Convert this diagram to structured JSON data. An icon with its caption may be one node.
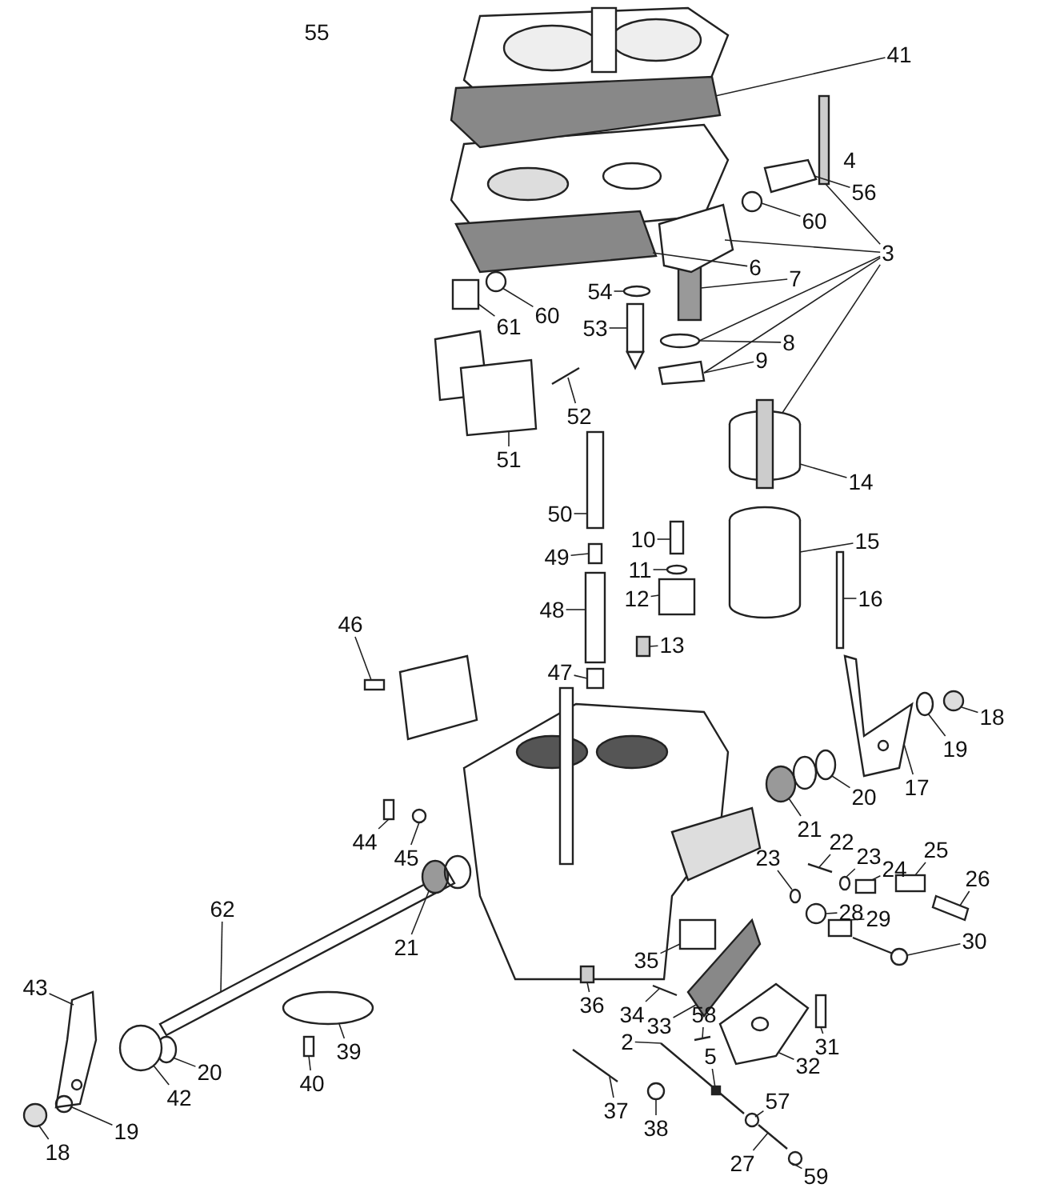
{
  "diagram": {
    "nodes": [
      {
        "text": [
          "41"
        ]
      },
      {
        "text": [
          "56"
        ]
      },
      {
        "text": [
          "60"
        ]
      },
      {
        "text": [
          "3"
        ]
      },
      {
        "text": [
          "6"
        ]
      },
      {
        "text": [
          "7"
        ]
      },
      {
        "text": [
          "54"
        ]
      },
      {
        "text": [
          "60"
        ]
      },
      {
        "text": [
          "61"
        ]
      },
      {
        "text": [
          "8"
        ]
      },
      {
        "text": [
          "53"
        ]
      },
      {
        "text": [
          "9"
        ]
      },
      {
        "text": [
          "52"
        ]
      },
      {
        "text": [
          "51"
        ]
      },
      {
        "text": [
          "14"
        ]
      },
      {
        "text": [
          "50"
        ]
      },
      {
        "text": [
          "10"
        ]
      },
      {
        "text": [
          "15"
        ]
      },
      {
        "text": [
          "49"
        ]
      },
      {
        "text": [
          "11"
        ]
      },
      {
        "text": [
          "12"
        ]
      },
      {
        "text": [
          "16"
        ]
      },
      {
        "text": [
          "48"
        ]
      },
      {
        "text": [
          "46"
        ]
      },
      {
        "text": [
          "13"
        ]
      },
      {
        "text": [
          "47"
        ]
      },
      {
        "text": [
          "18"
        ]
      },
      {
        "text": [
          "19"
        ]
      },
      {
        "text": [
          "17"
        ]
      },
      {
        "text": [
          "20"
        ]
      },
      {
        "text": [
          "21"
        ]
      },
      {
        "text": [
          "44"
        ]
      },
      {
        "text": [
          "22"
        ]
      },
      {
        "text": [
          "25"
        ]
      },
      {
        "text": [
          "45"
        ]
      },
      {
        "text": [
          "23"
        ]
      },
      {
        "text": [
          "23"
        ]
      },
      {
        "text": [
          "24"
        ]
      },
      {
        "text": [
          "26"
        ]
      },
      {
        "text": [
          "62"
        ]
      },
      {
        "text": [
          "28"
        ]
      },
      {
        "text": [
          "29"
        ]
      },
      {
        "text": [
          "30"
        ]
      },
      {
        "text": [
          "21"
        ]
      },
      {
        "text": [
          "35"
        ]
      },
      {
        "text": [
          "43"
        ]
      },
      {
        "text": [
          "36"
        ]
      },
      {
        "text": [
          "34"
        ]
      },
      {
        "text": [
          "33"
        ]
      },
      {
        "text": [
          "58"
        ]
      },
      {
        "text": [
          "2"
        ]
      },
      {
        "text": [
          "31"
        ]
      },
      {
        "text": [
          "39"
        ]
      },
      {
        "text": [
          "5"
        ]
      },
      {
        "text": [
          "32"
        ]
      },
      {
        "text": [
          "20"
        ]
      },
      {
        "text": [
          "40"
        ]
      },
      {
        "text": [
          "42"
        ]
      },
      {
        "text": [
          "57"
        ]
      },
      {
        "text": [
          "37"
        ]
      },
      {
        "text": [
          "38"
        ]
      },
      {
        "text": [
          "19"
        ]
      },
      {
        "text": [
          "18"
        ]
      },
      {
        "text": [
          "27"
        ]
      },
      {
        "text": [
          "59"
        ]
      },
      {
        "text": [],
        "shape": "box"
      },
      {
        "text": [],
        "shape": "box"
      },
      {
        "text": [],
        "shape": "circle"
      },
      {
        "text": [],
        "shape": "bar"
      },
      {
        "text": [],
        "shape": "box"
      },
      {
        "text": [],
        "shape": "box"
      },
      {
        "text": [],
        "shape": "circle"
      },
      {
        "text": [],
        "shape": "circle"
      },
      {
        "text": [],
        "shape": "box"
      },
      {
        "text": [],
        "shape": "circle"
      },
      {
        "text": [],
        "shape": "box"
      },
      {
        "text": [],
        "shape": "box"
      },
      {
        "text": [],
        "shape": "bar"
      },
      {
        "text": [],
        "shape": "box"
      },
      {
        "text": [],
        "shape": "cylinder"
      },
      {
        "text": [],
        "shape": "box"
      },
      {
        "text": [],
        "shape": "box"
      },
      {
        "text": [],
        "shape": "cylinder"
      },
      {
        "text": [],
        "shape": "box"
      },
      {
        "text": [],
        "shape": "circle"
      },
      {
        "text": [],
        "shape": "box"
      },
      {
        "text": [],
        "shape": "bar"
      },
      {
        "text": [],
        "shape": "box"
      },
      {
        "text": [],
        "shape": "box"
      },
      {
        "text": [],
        "shape": "box"
      },
      {
        "text": [],
        "shape": "box"
      },
      {
        "text": [],
        "shape": "circle"
      },
      {
        "text": [],
        "shape": "circle"
      },
      {
        "text": [],
        "shape": "picture"
      },
      {
        "text": [],
        "shape": "circle"
      },
      {
        "text": [],
        "shape": "circle"
      },
      {
        "text": [],
        "shape": "box"
      },
      {
        "text": [],
        "shape": "bar"
      },
      {
        "text": [],
        "shape": "box"
      },
      {
        "text": [],
        "shape": "circle"
      },
      {
        "text": [],
        "shape": "circle"
      },
      {
        "text": [],
        "shape": "circle"
      },
      {
        "text": [],
        "shape": "box"
      },
      {
        "text": [],
        "shape": "box"
      },
      {
        "text": [],
        "shape": "bar"
      },
      {
        "text": [],
        "shape": "circle"
      },
      {
        "text": [],
        "shape": "box"
      },
      {
        "text": [],
        "shape": "picture"
      },
      {
        "text": [],
        "shape": "circle"
      },
      {
        "text": [],
        "shape": "box"
      },
      {
        "text": [],
        "shape": "picture"
      },
      {
        "text": [],
        "shape": "box"
      },
      {
        "text": [],
        "shape": "bar"
      },
      {
        "text": [],
        "shape": "box"
      },
      {
        "text": [],
        "shape": "bar"
      },
      {
        "text": [],
        "shape": "bar"
      },
      {
        "text": [],
        "shape": "box"
      },
      {
        "text": [],
        "shape": "circle"
      },
      {
        "text": [],
        "shape": "box"
      },
      {
        "text": [],
        "shape": "picture"
      },
      {
        "text": [],
        "shape": "circle"
      },
      {
        "text": [],
        "shape": "box"
      },
      {
        "text": [],
        "shape": "circle"
      },
      {
        "text": [],
        "shape": "circle"
      },
      {
        "text": [],
        "shape": "bar"
      },
      {
        "text": [],
        "shape": "circle"
      },
      {
        "text": [],
        "shape": "circle"
      },
      {
        "text": [],
        "shape": "circle"
      },
      {
        "text": [],
        "shape": "bar"
      },
      {
        "text": [],
        "shape": "circle"
      },
      {
        "text": [],
        "shape": "box"
      },
      {
        "text": [],
        "shape": "box"
      },
      {
        "text": [],
        "shape": "circle"
      },
      {
        "text": [],
        "shape": "circle"
      }
    ],
    "edges": [
      {
        "from": 0,
        "to": 65,
        "arrow": "none"
      },
      {
        "from": 1,
        "to": 66,
        "arrow": "none"
      },
      {
        "from": 2,
        "to": 67,
        "arrow": "none"
      },
      {
        "from": 3,
        "to": 68,
        "arrow": "none"
      },
      {
        "from": 3,
        "to": 130,
        "arrow": "none"
      },
      {
        "from": 3,
        "to": 74,
        "arrow": "none"
      },
      {
        "from": 3,
        "to": 76,
        "arrow": "none"
      },
      {
        "from": 3,
        "to": 79,
        "arrow": "none"
      },
      {
        "from": 4,
        "to": 69,
        "arrow": "none"
      },
      {
        "from": 5,
        "to": 70,
        "arrow": "none"
      },
      {
        "from": 6,
        "to": 71,
        "arrow": "none"
      },
      {
        "from": 7,
        "to": 72,
        "arrow": "none"
      },
      {
        "from": 8,
        "to": 73,
        "arrow": "none"
      },
      {
        "from": 9,
        "to": 74,
        "arrow": "none"
      },
      {
        "from": 10,
        "to": 75,
        "arrow": "none"
      },
      {
        "from": 11,
        "to": 76,
        "arrow": "none"
      },
      {
        "from": 12,
        "to": 77,
        "arrow": "none"
      },
      {
        "from": 13,
        "to": 78,
        "arrow": "none"
      },
      {
        "from": 14,
        "to": 79,
        "arrow": "none"
      },
      {
        "from": 15,
        "to": 80,
        "arrow": "none"
      },
      {
        "from": 16,
        "to": 81,
        "arrow": "none"
      },
      {
        "from": 17,
        "to": 82,
        "arrow": "none"
      },
      {
        "from": 18,
        "to": 83,
        "arrow": "none"
      },
      {
        "from": 19,
        "to": 84,
        "arrow": "none"
      },
      {
        "from": 20,
        "to": 85,
        "arrow": "none"
      },
      {
        "from": 21,
        "to": 86,
        "arrow": "none"
      },
      {
        "from": 22,
        "to": 87,
        "arrow": "none"
      },
      {
        "from": 23,
        "to": 88,
        "arrow": "none"
      },
      {
        "from": 24,
        "to": 89,
        "arrow": "none"
      },
      {
        "from": 25,
        "to": 90,
        "arrow": "none"
      },
      {
        "from": 26,
        "to": 91,
        "arrow": "none"
      },
      {
        "from": 27,
        "to": 92,
        "arrow": "none"
      },
      {
        "from": 28,
        "to": 93,
        "arrow": "none"
      },
      {
        "from": 29,
        "to": 94,
        "arrow": "none"
      },
      {
        "from": 30,
        "to": 95,
        "arrow": "none"
      },
      {
        "from": 31,
        "to": 96,
        "arrow": "none"
      },
      {
        "from": 32,
        "to": 97,
        "arrow": "none"
      },
      {
        "from": 33,
        "to": 98,
        "arrow": "none"
      },
      {
        "from": 34,
        "to": 99,
        "arrow": "none"
      },
      {
        "from": 35,
        "to": 100,
        "arrow": "none"
      },
      {
        "from": 36,
        "to": 101,
        "arrow": "none"
      },
      {
        "from": 37,
        "to": 102,
        "arrow": "none"
      },
      {
        "from": 38,
        "to": 103,
        "arrow": "none"
      },
      {
        "from": 39,
        "to": 104,
        "arrow": "none"
      },
      {
        "from": 40,
        "to": 105,
        "arrow": "none"
      },
      {
        "from": 41,
        "to": 106,
        "arrow": "none"
      },
      {
        "from": 42,
        "to": 107,
        "arrow": "none"
      },
      {
        "from": 43,
        "to": 108,
        "arrow": "none"
      },
      {
        "from": 44,
        "to": 109,
        "arrow": "none"
      },
      {
        "from": 45,
        "to": 110,
        "arrow": "none"
      },
      {
        "from": 46,
        "to": 111,
        "arrow": "none"
      },
      {
        "from": 47,
        "to": 112,
        "arrow": "none"
      },
      {
        "from": 48,
        "to": 113,
        "arrow": "none"
      },
      {
        "from": 49,
        "to": 114,
        "arrow": "none"
      },
      {
        "from": 50,
        "to": 115,
        "arrow": "none"
      },
      {
        "from": 51,
        "to": 116,
        "arrow": "none"
      },
      {
        "from": 52,
        "to": 117,
        "arrow": "none"
      },
      {
        "from": 53,
        "to": 118,
        "arrow": "none"
      },
      {
        "from": 54,
        "to": 119,
        "arrow": "none"
      },
      {
        "from": 55,
        "to": 120,
        "arrow": "none"
      },
      {
        "from": 56,
        "to": 121,
        "arrow": "none"
      },
      {
        "from": 57,
        "to": 122,
        "arrow": "none"
      },
      {
        "from": 58,
        "to": 123,
        "arrow": "none"
      },
      {
        "from": 59,
        "to": 124,
        "arrow": "none"
      },
      {
        "from": 60,
        "to": 125,
        "arrow": "none"
      },
      {
        "from": 61,
        "to": 126,
        "arrow": "none"
      },
      {
        "from": 62,
        "to": 127,
        "arrow": "none"
      },
      {
        "from": 63,
        "to": 128,
        "arrow": "none"
      },
      {
        "from": 64,
        "to": 129,
        "arrow": "none"
      }
    ],
    "labels": [
      "55",
      "4"
    ]
  }
}
